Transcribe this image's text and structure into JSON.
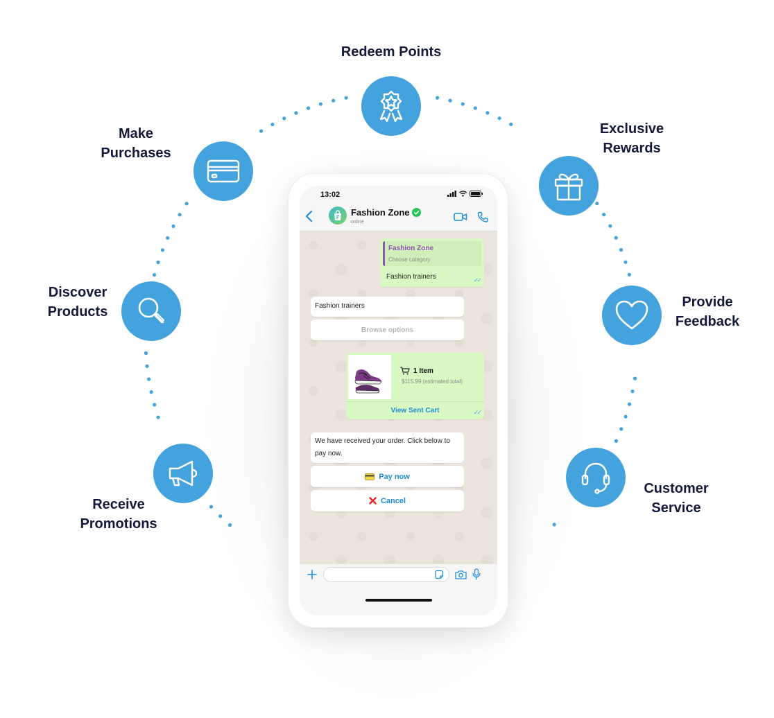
{
  "features": {
    "redeem_points": {
      "label_line1": "Redeem Points",
      "label_line2": "",
      "icon": "award-badge-icon"
    },
    "make_purchases": {
      "label_line1": "Make",
      "label_line2": "Purchases",
      "icon": "credit-card-icon"
    },
    "exclusive_rewards": {
      "label_line1": "Exclusive",
      "label_line2": "Rewards",
      "icon": "gift-icon"
    },
    "discover_products": {
      "label_line1": "Discover",
      "label_line2": "Products",
      "icon": "magnifier-icon"
    },
    "provide_feedback": {
      "label_line1": "Provide",
      "label_line2": "Feedback",
      "icon": "heart-icon"
    },
    "receive_promotions": {
      "label_line1": "Receive",
      "label_line2": "Promotions",
      "icon": "megaphone-icon"
    },
    "customer_service": {
      "label_line1": "Customer",
      "label_line2": "Service",
      "icon": "headset-icon"
    }
  },
  "colors": {
    "accent": "#44a3dc",
    "label": "#13193a",
    "outgoing_bubble": "#d9f8c4",
    "link": "#1f8dd6",
    "quote_accent": "#8f55b5"
  },
  "phone": {
    "status_time": "13:02",
    "contact_name": "Fashion Zone",
    "contact_status": "online",
    "messages": {
      "reply_quote_title": "Fashion Zone",
      "reply_quote_subtitle": "Choose category",
      "reply_text": "Fashion trainers",
      "list_text": "Fashion trainers",
      "browse_button": "Browse options",
      "cart_count": "1 Item",
      "cart_total": "$115.99 (estimated total)",
      "cart_link": "View Sent Cart",
      "order_text": "We have received your order. Click below to pay now.",
      "pay_button": "Pay now",
      "cancel_button": "Cancel"
    }
  }
}
